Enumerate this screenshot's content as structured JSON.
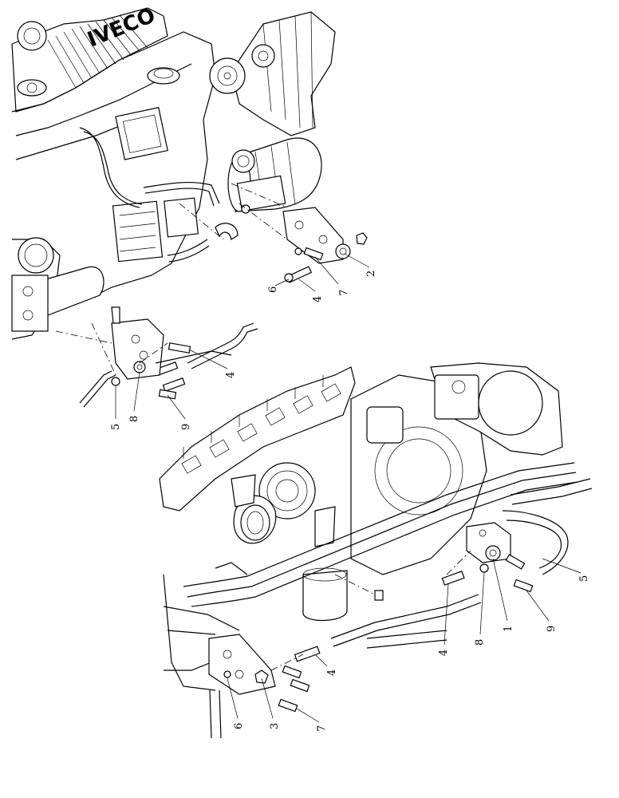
{
  "logo_text": "IVECO",
  "callouts_upper": [
    "2",
    "6",
    "7",
    "4",
    "4",
    "5",
    "8",
    "9"
  ],
  "callouts_lower": [
    "5",
    "4",
    "8",
    "1",
    "9",
    "4",
    "6",
    "3",
    "7"
  ]
}
